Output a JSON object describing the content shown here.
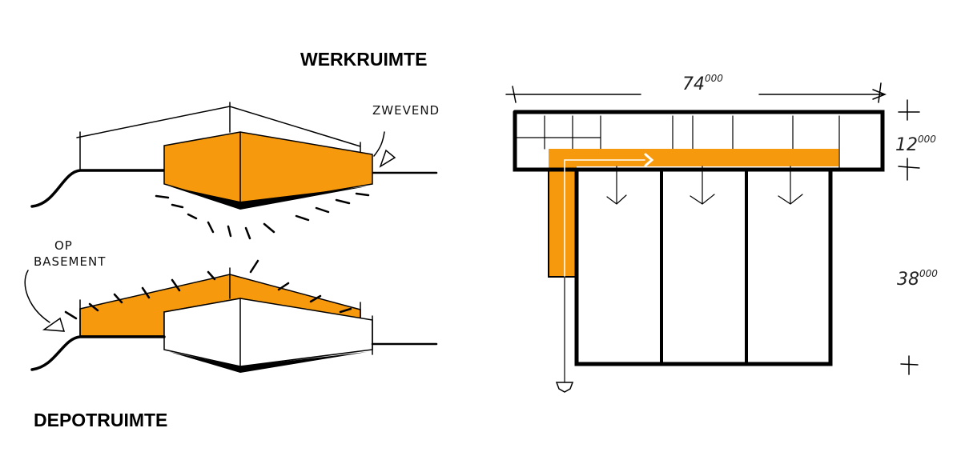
{
  "titles": {
    "werkruimte": "WERKRUIMTE",
    "depotruimte": "DEPOTRUIMTE"
  },
  "annotations": {
    "zwevend": "ZWEVEND",
    "op": "OP",
    "basement": "BASEMENT"
  },
  "dimensions": {
    "width": {
      "value": "74",
      "sup": "000"
    },
    "depth_top": {
      "value": "12",
      "sup": "000"
    },
    "depth_main": {
      "value": "38",
      "sup": "000"
    }
  },
  "colors": {
    "accent": "#F7990C",
    "ink": "#000000"
  }
}
